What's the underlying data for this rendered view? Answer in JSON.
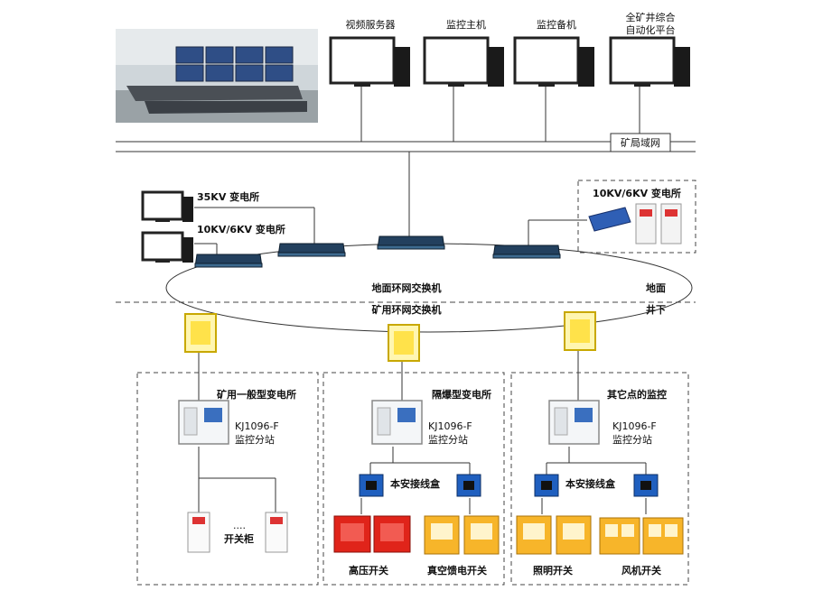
{
  "top": {
    "monitor_labels": [
      "视频服务器",
      "监控主机",
      "监控备机",
      "全矿井综合\n自动化平台"
    ],
    "network_label": "矿局域网"
  },
  "surface": {
    "station_35kv": "35KV 变电所",
    "station_10kv": "10KV/6KV 变电所",
    "right_station": "10KV/6KV 变电所",
    "ring_surface": "地面环网交换机",
    "ring_mine": "矿用环网交换机",
    "label_ground": "地面",
    "label_underground": "井下"
  },
  "groups": [
    {
      "title": "矿用一般型变电所",
      "station_line1": "KJ1096-F",
      "station_line2": "监控分站",
      "dots": "....",
      "device_label": "开关柜"
    },
    {
      "title": "隔爆型变电所",
      "station_line1": "KJ1096-F",
      "station_line2": "监控分站",
      "box_label": "本安接线盒",
      "device_labels": [
        "高压开关",
        "真空馈电开关"
      ]
    },
    {
      "title": "其它点的监控",
      "station_line1": "KJ1096-F",
      "station_line2": "监控分站",
      "box_label": "本安接线盒",
      "device_labels": [
        "照明开关",
        "风机开关"
      ]
    }
  ]
}
